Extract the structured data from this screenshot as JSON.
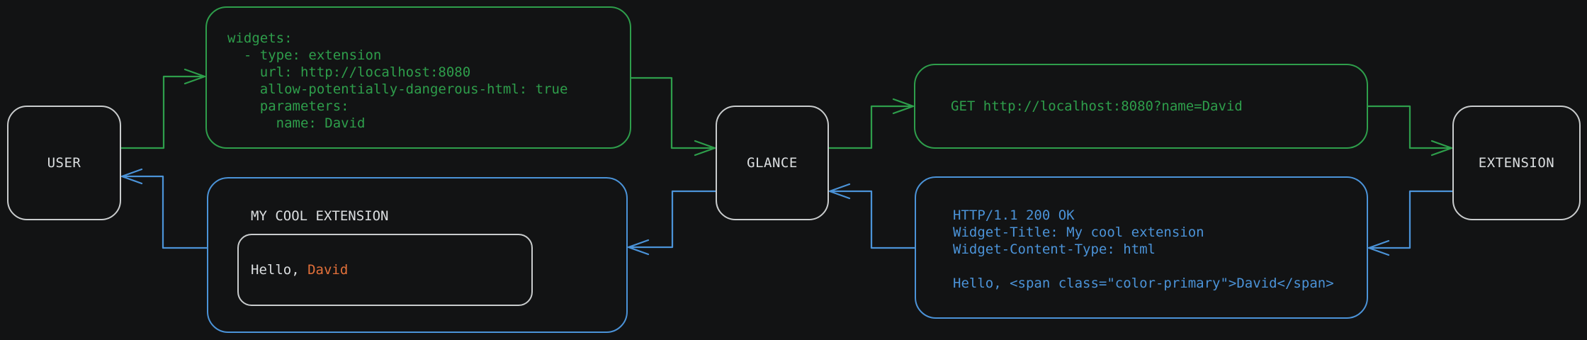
{
  "colors": {
    "background": "#121314",
    "green": "#2e9e4b",
    "blue": "#4b93d8",
    "orange": "#e2703a",
    "node_border": "#c9cccd",
    "text_light": "#dcdfe1"
  },
  "nodes": {
    "user": {
      "label": "USER"
    },
    "glance": {
      "label": "GLANCE"
    },
    "extension": {
      "label": "EXTENSION"
    }
  },
  "config_box": {
    "lines": [
      "widgets:",
      "  - type: extension",
      "    url: http://localhost:8080",
      "    allow-potentially-dangerous-html: true",
      "    parameters:",
      "      name: David"
    ]
  },
  "request_box": {
    "text": "GET http://localhost:8080?name=David"
  },
  "response_box": {
    "lines": [
      "HTTP/1.1 200 OK",
      "Widget-Title: My cool extension",
      "Widget-Content-Type: html",
      "",
      "Hello, <span class=\"color-primary\">David</span>"
    ]
  },
  "widget_preview": {
    "title": "MY COOL EXTENSION",
    "greeting_prefix": "Hello, ",
    "greeting_name": "David"
  }
}
